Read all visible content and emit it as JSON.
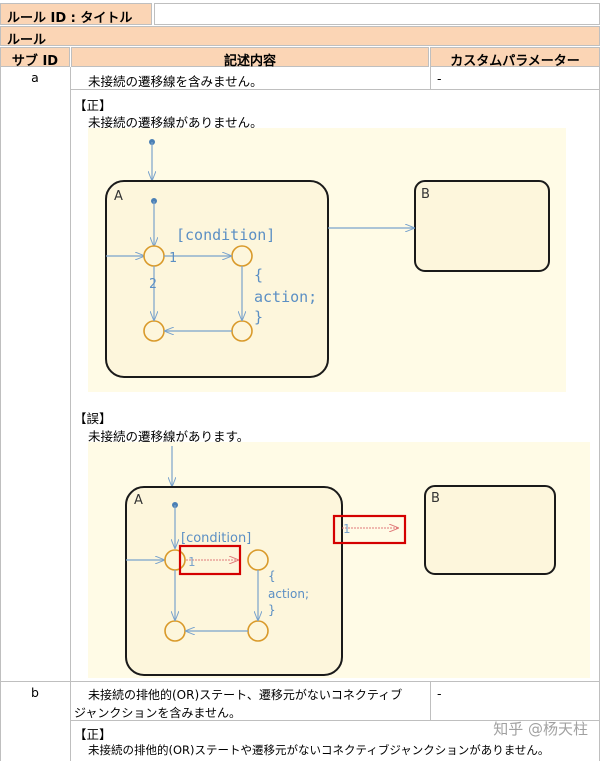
{
  "header": {
    "rule_id_title_label": "ルール ID : タイトル",
    "rule_label": "ルール"
  },
  "columns": {
    "sub_id": "サブ ID",
    "description": "記述内容",
    "custom_params": "カスタムパラメーター"
  },
  "rows": [
    {
      "sub_id": "a",
      "description": "未接続の遷移線を含みません。",
      "custom_params": "-",
      "correct_label": "【正】",
      "correct_text": "未接続の遷移線がありません。",
      "wrong_label": "【誤】",
      "wrong_text": "未接続の遷移線があります。"
    },
    {
      "sub_id": "b",
      "description_line1": "未接続の排他的(OR)ステート、遷移元がないコネクティブ",
      "description_line2": "ジャンクションを含みません。",
      "custom_params": "-",
      "correct_label": "【正】",
      "correct_text": "未接続の排他的(OR)ステートや遷移元がないコネクティブジャンクションがありません。"
    }
  ],
  "diagram_correct": {
    "state_a": "A",
    "state_b": "B",
    "condition": "[condition]",
    "action_open": "{",
    "action": "action;",
    "action_close": "}",
    "order_1": "1",
    "order_2": "2"
  },
  "diagram_wrong": {
    "state_a": "A",
    "state_b": "B",
    "condition": "[condition]",
    "action_open": "{",
    "action": "action;",
    "action_close": "}",
    "order_1": "1",
    "order_2": "1"
  },
  "watermark": "知乎 @杨天柱",
  "colors": {
    "header_fill": "#fbd5b5",
    "diagram_bg": "#fffbe6",
    "state_border": "#1a1a1a",
    "transition": "#7aa3cc",
    "junction": "#d99a2b",
    "highlight": "#d40000"
  }
}
